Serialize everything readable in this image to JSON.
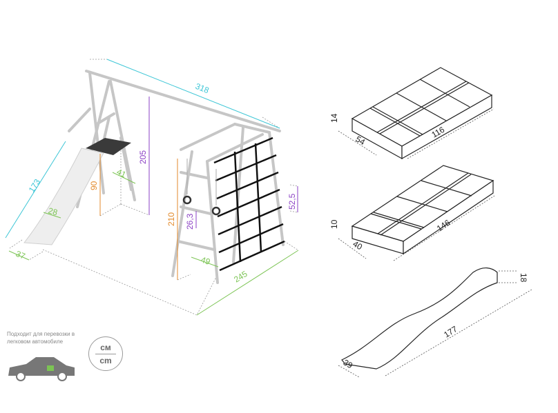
{
  "colors": {
    "cyan": "#3cc6d6",
    "purple": "#8a3fc4",
    "orange": "#e38a2b",
    "green": "#7cc454",
    "frame": "#bfbfbf",
    "box_stroke": "#222222"
  },
  "assembled": {
    "top_bar_length": "318",
    "swing_height": "205",
    "slide_length": "173",
    "platform_height": "90",
    "ladder_width": "41",
    "slide_inner_width": "28",
    "slide_width": "37",
    "climber_height": "210",
    "ring_height": "26,3",
    "net_side": "52,5",
    "climber_ladder_width": "49",
    "depth": "245"
  },
  "packages": [
    {
      "name": "box-1",
      "height": "14",
      "width": "54",
      "length": "116"
    },
    {
      "name": "box-2",
      "height": "10",
      "width": "40",
      "length": "146"
    },
    {
      "name": "slide",
      "height": "18",
      "width": "39",
      "length": "177"
    }
  ],
  "footer": {
    "car_note": "Подходит для перевозки в легковом автомобиле",
    "unit_ru": "см",
    "unit_en": "cm"
  }
}
